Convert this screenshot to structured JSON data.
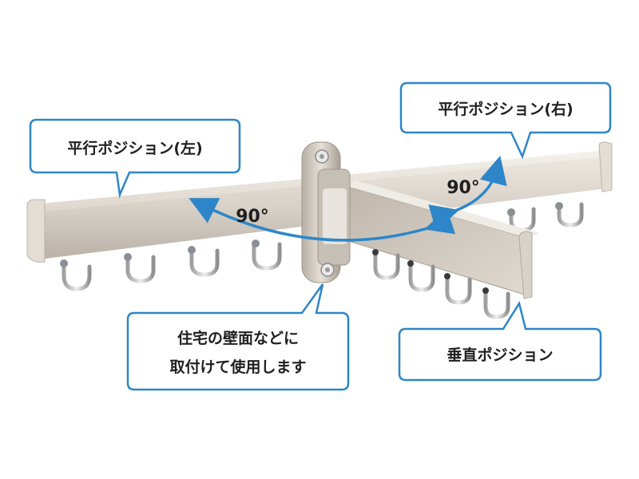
{
  "callouts": {
    "parallel_left": "平行ポジション(左)",
    "parallel_right": "平行ポジション(右)",
    "vertical": "垂直ポジション",
    "wall_mount_line1": "住宅の壁面などに",
    "wall_mount_line2": "取付けて使用します"
  },
  "angles": {
    "left": "90°",
    "right": "90°"
  },
  "colors": {
    "callout_border": "#2e86c8",
    "arrow": "#2e86c8",
    "arm": "#d2cbc2",
    "hook": "#c9c9c9"
  }
}
